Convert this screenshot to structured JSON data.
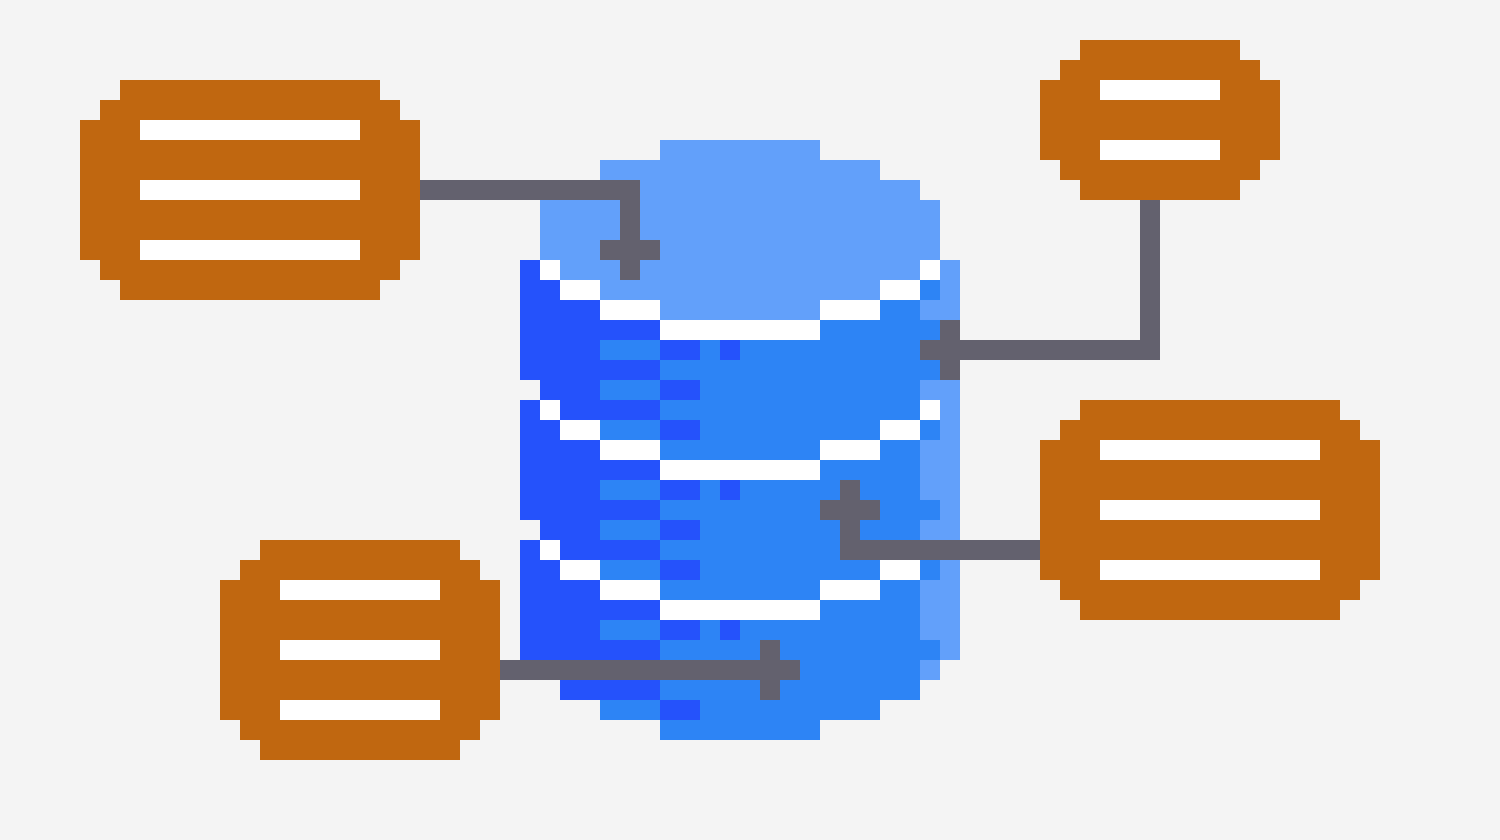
{
  "illustration": {
    "subject": "database-connected-to-documents",
    "colors": {
      "background": "#f4f4f4",
      "db_top": "#62a0fa",
      "db_body": "#2d84f5",
      "db_shadow": "#2552fb",
      "db_highlight": "#ffffff",
      "document": "#c06710",
      "document_lines": "#ffffff",
      "connector": "#63616e"
    },
    "documents": [
      {
        "name": "document-top-left-icon",
        "lines": 3
      },
      {
        "name": "document-top-right-icon",
        "lines": 2
      },
      {
        "name": "document-right-icon",
        "lines": 3
      },
      {
        "name": "document-bottom-left-icon",
        "lines": 3
      }
    ],
    "connections": 4
  }
}
